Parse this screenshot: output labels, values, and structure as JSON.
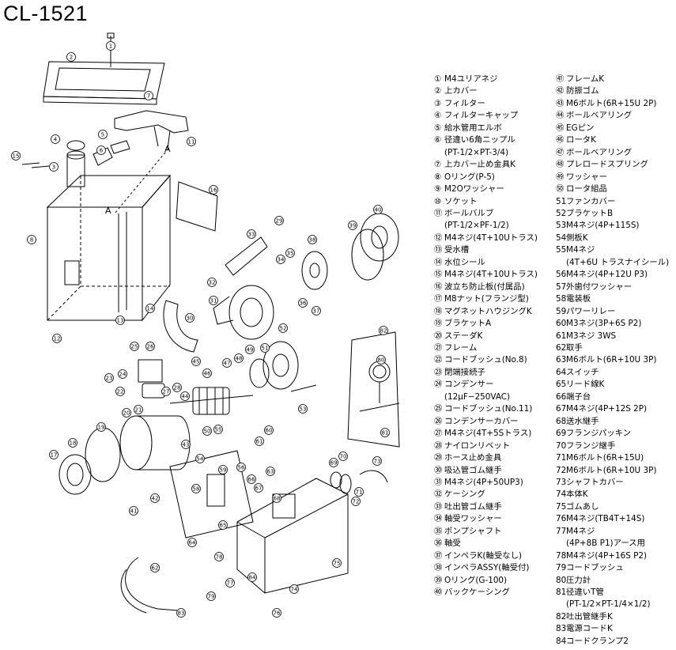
{
  "title": "CL-1521",
  "parts_left": [
    {
      "num": "①",
      "name": "M4ユリアネジ"
    },
    {
      "num": "②",
      "name": "上カバー"
    },
    {
      "num": "③",
      "name": "フィルター"
    },
    {
      "num": "④",
      "name": "フィルターキャップ"
    },
    {
      "num": "⑤",
      "name": "給水管用エルボ"
    },
    {
      "num": "⑥",
      "name": "径違い6角ニップル"
    },
    {
      "num": "",
      "name": "(PT-1/2×PT-3/4)"
    },
    {
      "num": "⑦",
      "name": "上カバー止め金具K"
    },
    {
      "num": "⑧",
      "name": "Oリング(P-5)"
    },
    {
      "num": "⑨",
      "name": "M2Oワッシャー"
    },
    {
      "num": "⑩",
      "name": "ソケット"
    },
    {
      "num": "⑪",
      "name": "ボールバルブ"
    },
    {
      "num": "",
      "name": "(PT-1/2×PF-1/2)"
    },
    {
      "num": "⑫",
      "name": "M4ネジ(4T+10Uトラス)"
    },
    {
      "num": "⑬",
      "name": "受水槽"
    },
    {
      "num": "⑭",
      "name": "水位シール"
    },
    {
      "num": "⑮",
      "name": "M4ネジ(4T+10Uトラス)"
    },
    {
      "num": "⑯",
      "name": "波立ち防止板(付属品)"
    },
    {
      "num": "⑰",
      "name": "M8ナット(フランジ型)"
    },
    {
      "num": "⑱",
      "name": "マグネットハウジングK"
    },
    {
      "num": "⑲",
      "name": "ブラケットA"
    },
    {
      "num": "⑳",
      "name": "ステーダK"
    },
    {
      "num": "㉑",
      "name": "フレーム"
    },
    {
      "num": "㉒",
      "name": "コードブッシュ(No.8)"
    },
    {
      "num": "㉓",
      "name": "閉端接続子"
    },
    {
      "num": "㉔",
      "name": "コンデンサー"
    },
    {
      "num": "",
      "name": "(12μF−250VAC)"
    },
    {
      "num": "㉕",
      "name": "コードブッシュ(No.11)"
    },
    {
      "num": "㉖",
      "name": "コンデンサーカバー"
    },
    {
      "num": "㉗",
      "name": "M4ネジ(4T+5Sトラス)"
    },
    {
      "num": "㉘",
      "name": "ナイロンリベット"
    },
    {
      "num": "㉙",
      "name": "ホース止め金具"
    },
    {
      "num": "㉚",
      "name": "吸込管ゴム継手"
    },
    {
      "num": "㉛",
      "name": "M4ネジ(4P+50UP3)"
    },
    {
      "num": "㉜",
      "name": "ケーシング"
    },
    {
      "num": "㉝",
      "name": "吐出管ゴム継手"
    },
    {
      "num": "㉞",
      "name": "軸受ワッシャー"
    },
    {
      "num": "㉟",
      "name": "ポンプシャフト"
    },
    {
      "num": "㊱",
      "name": "軸受"
    },
    {
      "num": "㊲",
      "name": "インペラK(軸受なし)"
    },
    {
      "num": "㊳",
      "name": "インペラASSY(軸受付)"
    },
    {
      "num": "㊴",
      "name": "Oリング(G-100)"
    },
    {
      "num": "㊵",
      "name": "バックケーシング"
    }
  ],
  "parts_right": [
    {
      "num": "㊶",
      "name": "フレームK"
    },
    {
      "num": "㊷",
      "name": "防振ゴム"
    },
    {
      "num": "㊸",
      "name": "M6ボルト(6R+15U 2P)"
    },
    {
      "num": "㊹",
      "name": "ボールベアリング"
    },
    {
      "num": "㊺",
      "name": "EGピン"
    },
    {
      "num": "㊻",
      "name": "ロータK"
    },
    {
      "num": "㊼",
      "name": "ボールベアリング"
    },
    {
      "num": "㊽",
      "name": "プレロードスプリング"
    },
    {
      "num": "㊾",
      "name": "ワッシャー"
    },
    {
      "num": "㊿",
      "name": "ロータ組品"
    },
    {
      "num": "51",
      "name": "ファンカバー"
    },
    {
      "num": "52",
      "name": "ブラケットB"
    },
    {
      "num": "53",
      "name": "M4ネジ(4P+115S)"
    },
    {
      "num": "54",
      "name": "側板K"
    },
    {
      "num": "55",
      "name": "M4ネジ"
    },
    {
      "num": "",
      "name": "(4T+6U トラスナイシール)"
    },
    {
      "num": "56",
      "name": "M4ネジ(4P+12U P3)"
    },
    {
      "num": "57",
      "name": "外歯付ワッシャー"
    },
    {
      "num": "58",
      "name": "電装板"
    },
    {
      "num": "59",
      "name": "パワーリレー"
    },
    {
      "num": "60",
      "name": "M3ネジ(3P+6S P2)"
    },
    {
      "num": "61",
      "name": "M3ネジ 3WS"
    },
    {
      "num": "62",
      "name": "取手"
    },
    {
      "num": "63",
      "name": "M6ボルト(6R+10U 3P)"
    },
    {
      "num": "64",
      "name": "スイッチ"
    },
    {
      "num": "65",
      "name": "リード線K"
    },
    {
      "num": "66",
      "name": "端子台"
    },
    {
      "num": "67",
      "name": "M4ネジ(4P+12S 2P)"
    },
    {
      "num": "68",
      "name": "送水継手"
    },
    {
      "num": "69",
      "name": "フランジパッキン"
    },
    {
      "num": "70",
      "name": "フランジ継手"
    },
    {
      "num": "71",
      "name": "M6ボルト(6R+15U)"
    },
    {
      "num": "72",
      "name": "M6ボルト(6R+10U 3P)"
    },
    {
      "num": "73",
      "name": "シャフトカバー"
    },
    {
      "num": "74",
      "name": "本体K"
    },
    {
      "num": "75",
      "name": "ゴムあし"
    },
    {
      "num": "76",
      "name": "M4ネジ(TB4T+14S)"
    },
    {
      "num": "77",
      "name": "M4ネジ"
    },
    {
      "num": "",
      "name": "(4P+8B P1)アース用"
    },
    {
      "num": "78",
      "name": "M4ネジ(4P+16S P2)"
    },
    {
      "num": "79",
      "name": "コードブッシュ"
    },
    {
      "num": "80",
      "name": "圧力計"
    },
    {
      "num": "81",
      "name": "径違いT管"
    },
    {
      "num": "",
      "name": "(PT-1/2×PT-1/4×1/2)"
    },
    {
      "num": "82",
      "name": "吐出管継手K"
    },
    {
      "num": "83",
      "name": "電源コードK"
    },
    {
      "num": "84",
      "name": "コードクランプ2"
    }
  ],
  "drawing": {
    "callouts": [
      "1",
      "2",
      "3",
      "4",
      "5",
      "6",
      "7",
      "8",
      "11",
      "12",
      "13",
      "14",
      "15",
      "16",
      "17",
      "18",
      "19",
      "20",
      "21",
      "22",
      "23",
      "24",
      "25",
      "26",
      "27",
      "28",
      "29",
      "30",
      "31",
      "32",
      "33",
      "34",
      "35",
      "36",
      "37",
      "38",
      "39",
      "40",
      "41",
      "42",
      "43",
      "44",
      "45",
      "46",
      "47",
      "48",
      "49",
      "50",
      "51",
      "52",
      "53",
      "54",
      "55",
      "56",
      "58",
      "59",
      "60",
      "61",
      "62",
      "63",
      "64",
      "65",
      "66",
      "67",
      "68",
      "69",
      "70",
      "71",
      "72",
      "73",
      "74",
      "75",
      "76",
      "77",
      "78",
      "79",
      "80",
      "81",
      "82",
      "83",
      "84"
    ],
    "marker_a": "A"
  }
}
